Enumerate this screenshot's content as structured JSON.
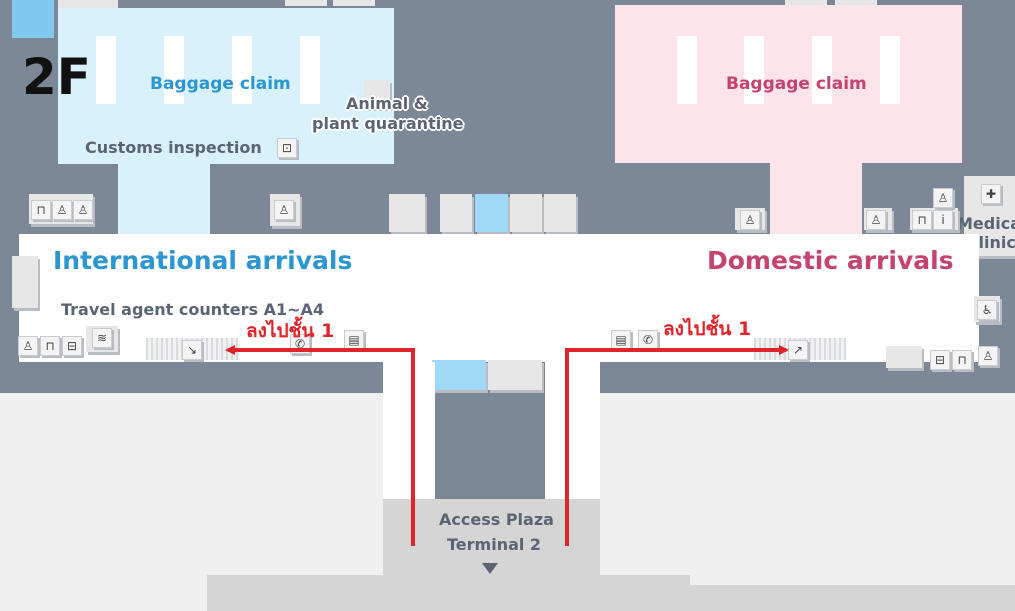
{
  "floor_label": "2F",
  "zones": {
    "intl_baggage_claim": "Baggage claim",
    "customs_inspection": "Customs inspection",
    "quarantine_line1": "Animal &",
    "quarantine_line2": "plant quarantine",
    "dom_baggage_claim": "Baggage claim",
    "international_arrivals": "International arrivals",
    "domestic_arrivals": "Domestic arrivals",
    "travel_agent_counters": "Travel agent counters A1~A4",
    "medical_clinic_line1": "Medica",
    "medical_clinic_line2": "clinic",
    "access_plaza_line1": "Access Plaza",
    "access_plaza_line2": "Terminal 2"
  },
  "annotations": {
    "left_arrow_text": "ลงไปชั้น 1",
    "right_arrow_text": "ลงไปชั้น 1"
  },
  "colors": {
    "background": "#7c8898",
    "international": "#2b96cf",
    "domestic": "#c4446e",
    "intl_zone": "#d9f1fb",
    "dom_zone": "#fde3ea",
    "annotation_red": "#e0242a"
  },
  "icons": [
    "baby-care-icon",
    "family-restroom-icon",
    "restroom-icon",
    "customs-icon",
    "elevator-icon",
    "phone-icon",
    "atm-icon",
    "information-icon",
    "first-aid-icon",
    "wheelchair-icon",
    "smoking-icon",
    "down-arrow-icon"
  ]
}
